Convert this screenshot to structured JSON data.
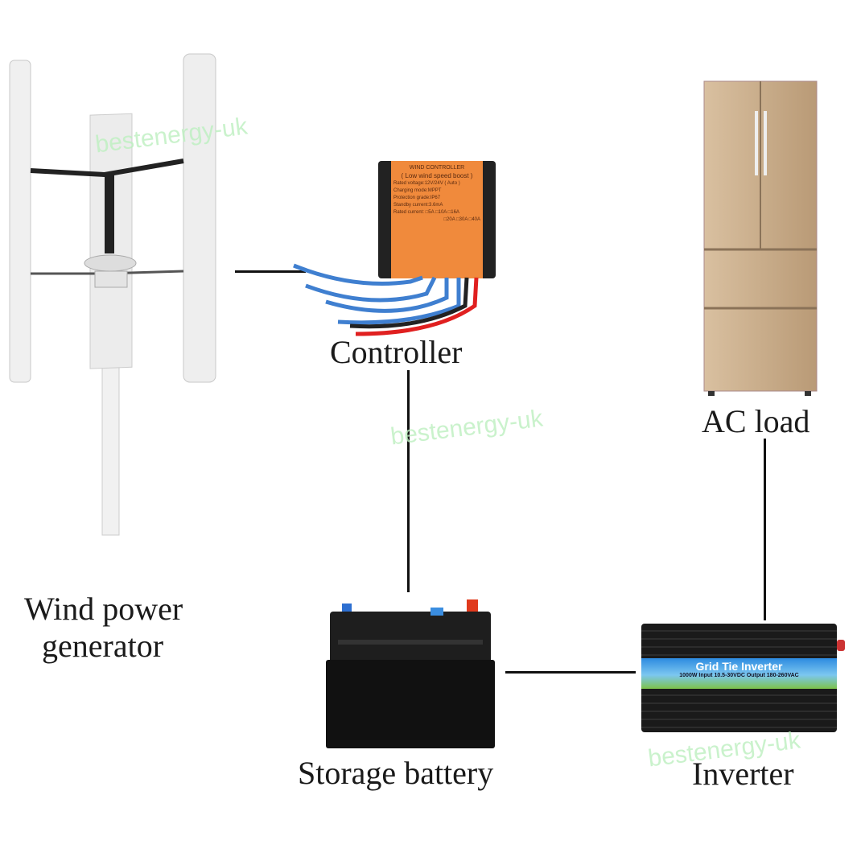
{
  "labels": {
    "wind_generator_line1": "Wind power",
    "wind_generator_line2": "generator",
    "controller": "Controller",
    "battery": "Storage battery",
    "inverter": "Inverter",
    "ac_load": "AC load"
  },
  "watermark": "bestenergy-uk",
  "controller_panel": {
    "title": "WIND CONTROLLER",
    "subtitle": "( Low wind speed boost )",
    "specs": [
      "Rated voltage:12V/24V ( Auto )",
      "Charging mode:MPPT",
      "Protection grade:IP67",
      "Standby current:3.6mA",
      "Rated current: □5A □10A □16A",
      "□20A □30A □40A"
    ]
  },
  "inverter_panel": {
    "title": "Grid Tie Inverter",
    "specs": "1000W  Input 10.5-30VDC  Output 180-260VAC"
  },
  "colors": {
    "controller": "#f08a3c",
    "line": "#111111",
    "watermark": "#bdf0c0",
    "fridge": "#c9ad8a"
  }
}
